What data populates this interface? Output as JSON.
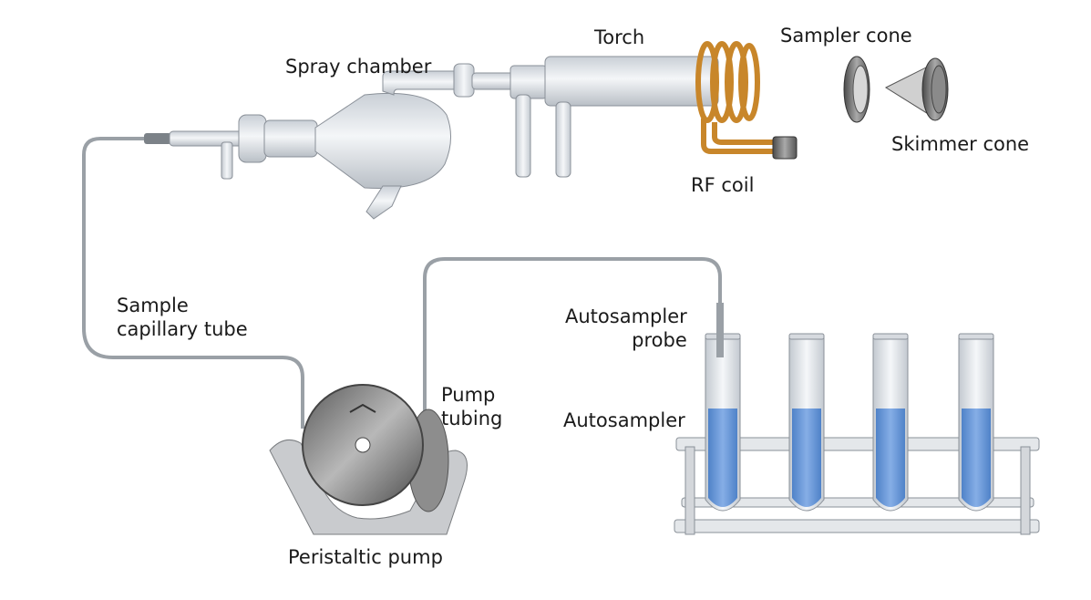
{
  "labels": {
    "torch": "Torch",
    "sampler_cone": "Sampler cone",
    "spray_chamber": "Spray chamber",
    "skimmer_cone": "Skimmer cone",
    "rf_coil": "RF coil",
    "sample_capillary_tube": {
      "line1": "Sample",
      "line2": "capillary tube"
    },
    "autosampler_probe": {
      "line1": "Autosampler",
      "line2": "probe"
    },
    "pump_tubing": {
      "line1": "Pump",
      "line2": "tubing"
    },
    "autosampler": "Autosampler",
    "peristaltic_pump": "Peristaltic pump"
  },
  "colors": {
    "glass": "#dfe3e8",
    "glass_edge": "#8a9098",
    "coil": "#c8862a",
    "liquid": "#5b8fd6",
    "metal": "#6d6d6d",
    "rack": "#d9dce0",
    "tubing": "#9aa0a6"
  }
}
